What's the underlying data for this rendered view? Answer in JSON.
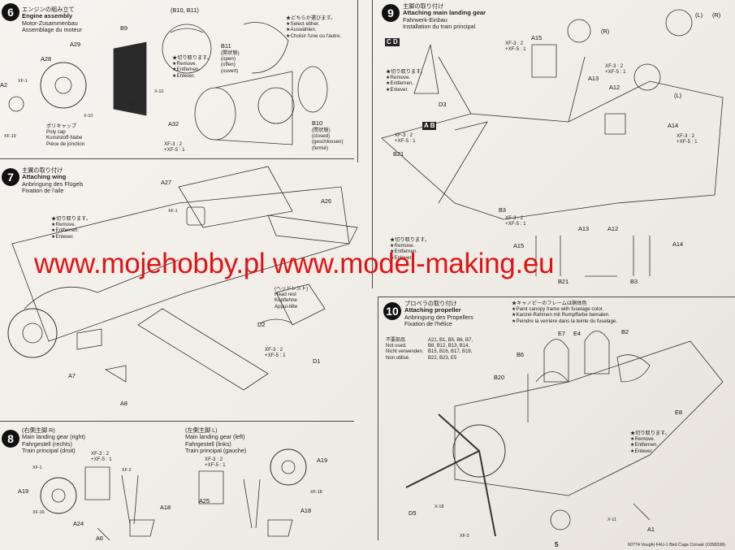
{
  "steps": {
    "s6": {
      "num": "6",
      "jp": "エンジンの組み立て",
      "en": "Engine assembly",
      "de": "Motor-Zusammenbau",
      "fr": "Assemblage du moteur"
    },
    "s7": {
      "num": "7",
      "jp": "主翼の取り付け",
      "en": "Attaching wing",
      "de": "Anbringung des Flügels",
      "fr": "Fixation de l'aile"
    },
    "s8": {
      "num": "8",
      "right": {
        "jp": "(右側主脚 R)",
        "en": "Main landing gear (right)",
        "de": "Fahrgestell (rechts)",
        "fr": "Train principal (droit)"
      },
      "left": {
        "jp": "(左側主脚 L)",
        "en": "Main landing gear (left)",
        "de": "Fahrgestell (links)",
        "fr": "Train principal (gauche)"
      }
    },
    "s9": {
      "num": "9",
      "jp": "主脚の取り付け",
      "en": "Attaching main landing gear",
      "de": "Fahrwerk-Einbau",
      "fr": "Installation du train principal"
    },
    "s10": {
      "num": "10",
      "jp": "プロペラの取り付け",
      "en": "Attaching propeller",
      "de": "Anbringung des Propellers",
      "fr": "Fixation de l'hélice"
    }
  },
  "notes": {
    "remove": [
      "★切り取ります。",
      "★Remove.",
      "★Entfernen.",
      "★Enlever."
    ],
    "select": [
      "★どちらか選びます。",
      "★Select either.",
      "★Auswählen.",
      "★Choisir l'une ou l'autre."
    ],
    "canopy": [
      "★キャノピーのフレームは胴体色",
      "★Paint canopy frame with fuselage color.",
      "★Kanzel-Rahmen mit Rumpffarbe bemalen.",
      "★Peindre la verrière dans la teinte du fuselage."
    ],
    "polycap": [
      "ポリキャップ",
      "Poly cap",
      "Kunststoff-Nabe",
      "Pièce de jonction"
    ],
    "open": [
      "(開状態)",
      "(open)",
      "(offen)",
      "(ouvert)"
    ],
    "closed": [
      "(閉状態)",
      "(closed)",
      "(geschlossen)",
      "(fermé)"
    ],
    "headrest": [
      "(ヘッドレスト)",
      "Head rest",
      "Kopflehne",
      "Appui-tête"
    ]
  },
  "unused": {
    "labels": [
      "不要部品",
      "Not used.",
      "Nicht verwenden.",
      "Non utilisé."
    ],
    "parts": [
      "A21, B1, B5, B6, B7,",
      "B8, B12, B13, B14,",
      "B15, B16, B17, B19,",
      "B22, B23, E5"
    ]
  },
  "parts": {
    "s6": [
      "B9",
      "A29",
      "A28",
      "A2",
      "(B10, B11)",
      "B11",
      "B10",
      "A32",
      "X-18",
      "X-10",
      "X-10",
      "XF-1",
      "XF-19"
    ],
    "s7": [
      "A27",
      "A26",
      "A7",
      "A8",
      "D2",
      "D1",
      "XF-1"
    ],
    "s8": [
      "A19",
      "A24",
      "A6",
      "A18",
      "A25",
      "A18",
      "A19",
      "XF-1",
      "XF-16",
      "XF-2",
      "XF-18"
    ],
    "s9": [
      "A15",
      "A13",
      "A12",
      "A14",
      "D3",
      "B21",
      "B3",
      "A15",
      "A13",
      "A12",
      "A14",
      "B21",
      "B3",
      "(R)",
      "(L)",
      "(L)",
      "(R)"
    ],
    "s10": [
      "E7",
      "E4",
      "B2",
      "B6",
      "B20",
      "E8",
      "D5",
      "A1",
      "X-11",
      "X-18",
      "XF-3"
    ]
  },
  "codes": {
    "cd": "C D",
    "ab": "A B"
  },
  "paint": {
    "mix1": "XF-3 : 2",
    "mix2": "+XF-5 : 1"
  },
  "watermark": "www.mojehobby.pl www.model-making.eu",
  "footer": "60774 Vought F4U-1 Bird Cage Corsair (1058338)",
  "page_number": "5",
  "colors": {
    "watermark": "#e11414",
    "step_badge": "#111111"
  }
}
